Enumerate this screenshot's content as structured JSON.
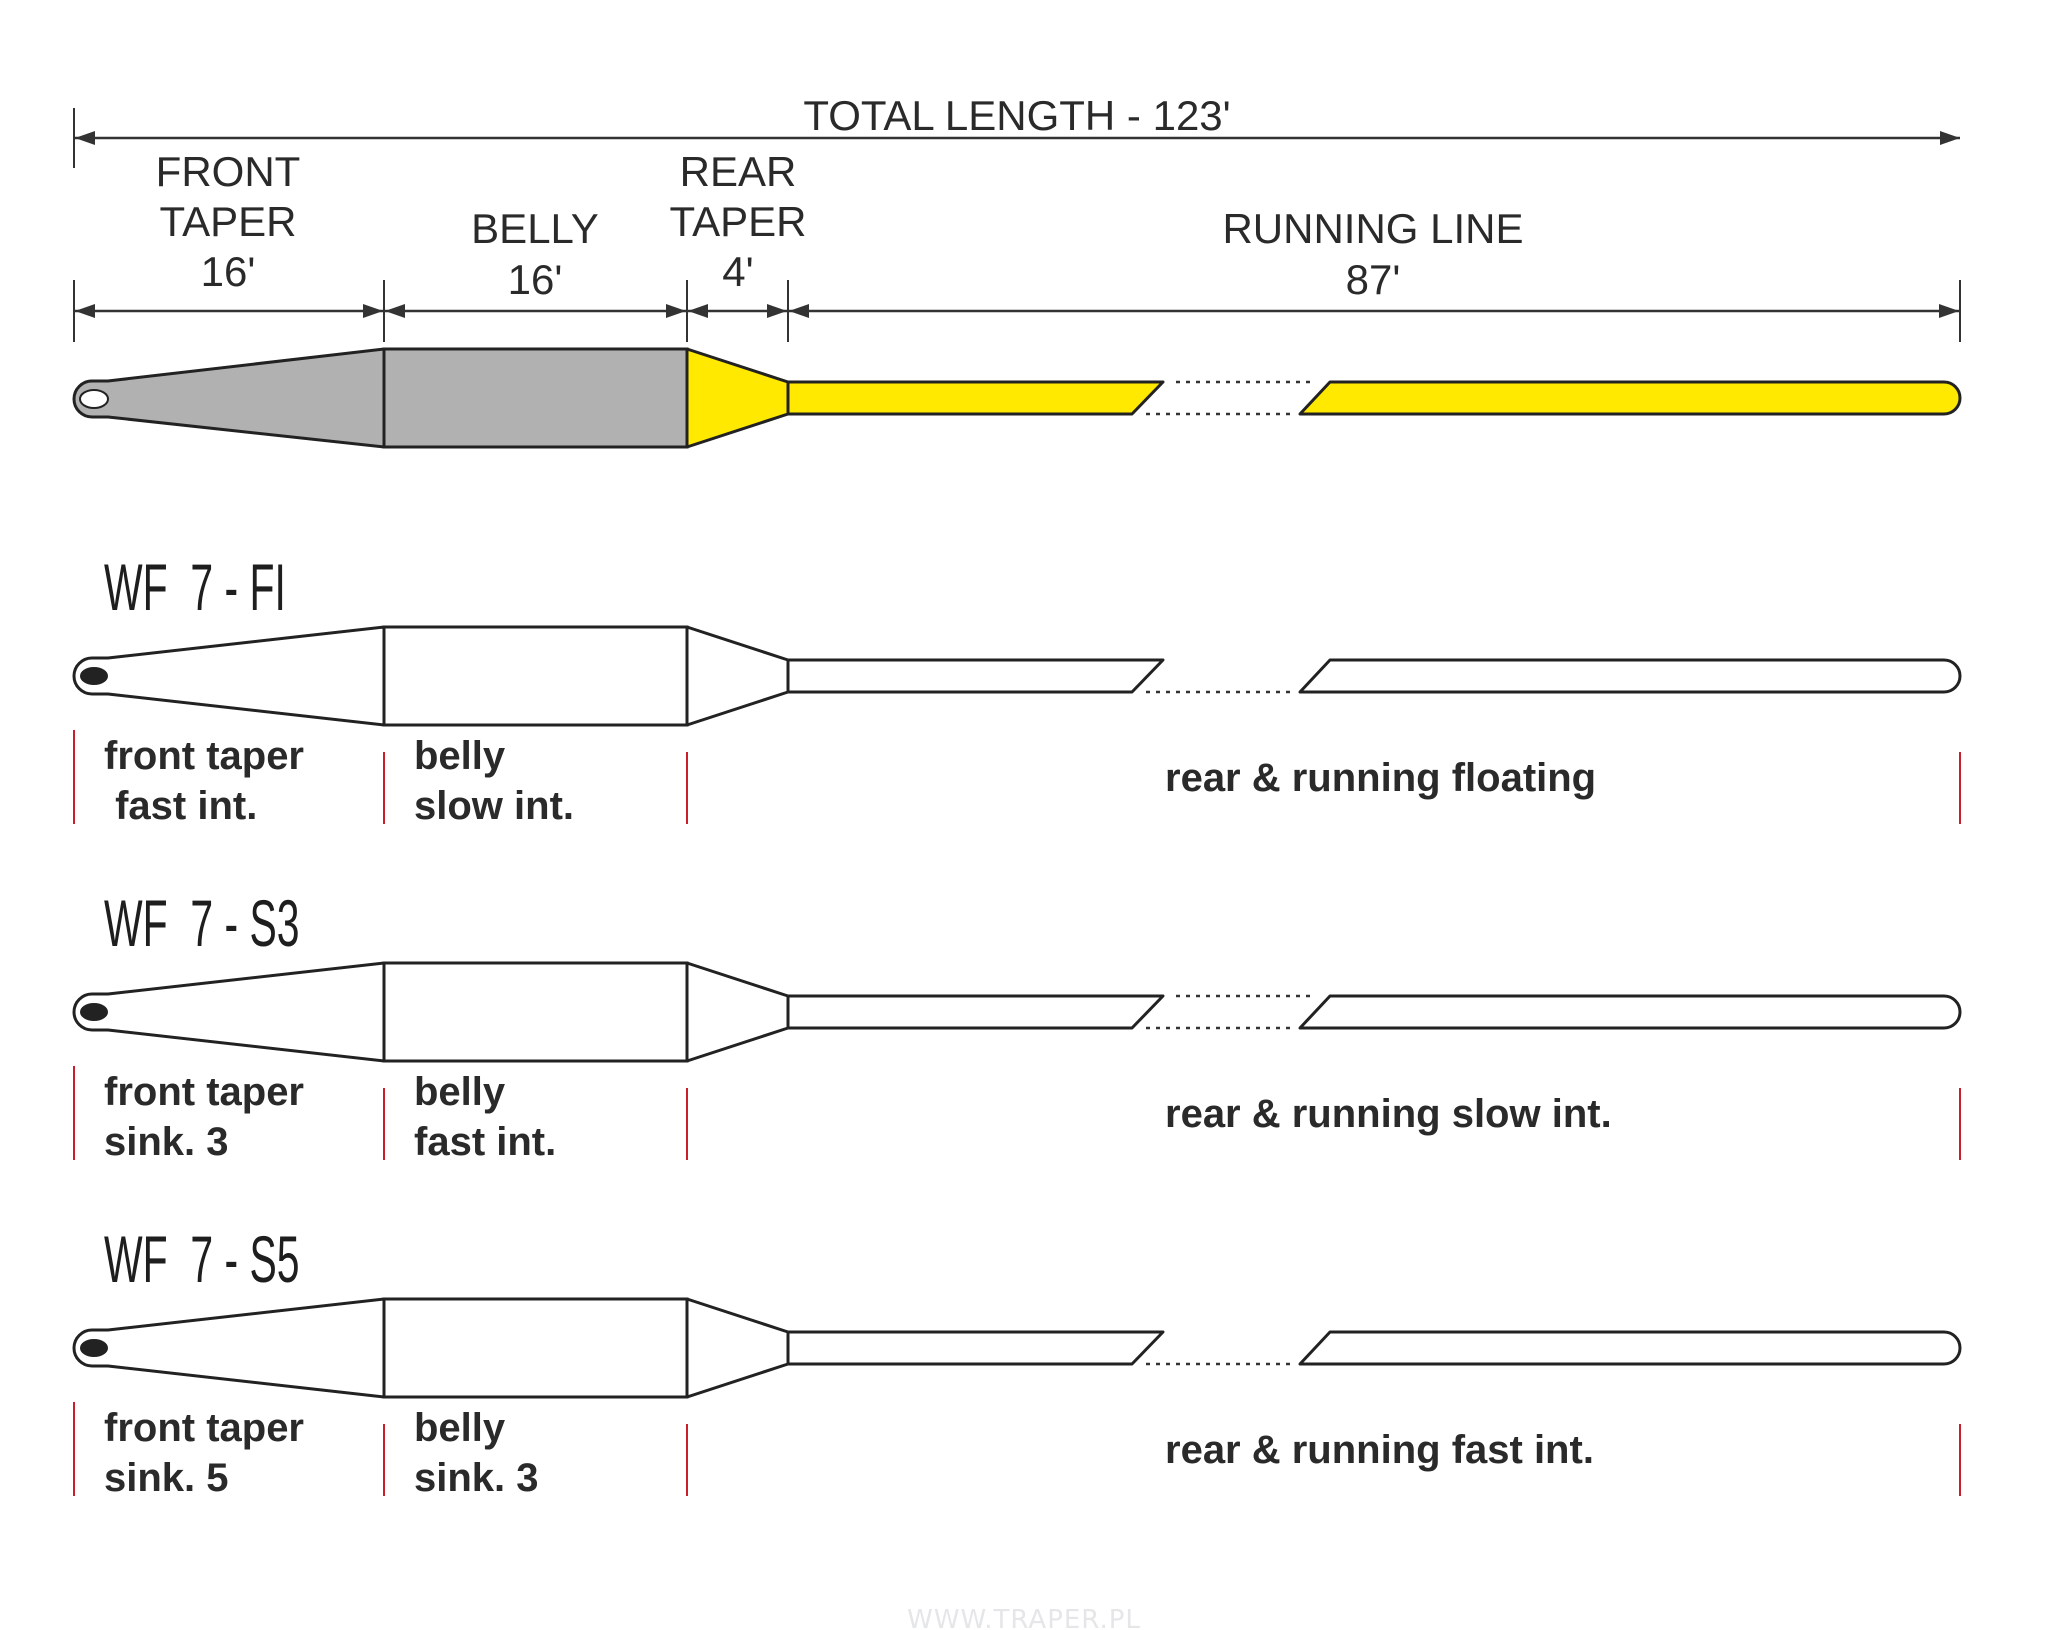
{
  "diagram": {
    "total_length_label": "TOTAL LENGTH - 123'",
    "sections": [
      {
        "key": "front_taper",
        "title_lines": [
          "FRONT",
          "TAPER"
        ],
        "length_label": "16'",
        "length_ft": 16
      },
      {
        "key": "belly",
        "title_lines": [
          "BELLY"
        ],
        "length_label": "16'",
        "length_ft": 16
      },
      {
        "key": "rear_taper",
        "title_lines": [
          "REAR",
          "TAPER"
        ],
        "length_label": "4'",
        "length_ft": 4
      },
      {
        "key": "running_line",
        "title_lines": [
          "RUNNING LINE"
        ],
        "length_label": "87'",
        "length_ft": 87
      }
    ],
    "colors": {
      "head_fill": "#b1b1b1",
      "running_fill": "#ffe900",
      "outline": "#222222",
      "divider_red": "#c8202a"
    }
  },
  "models": [
    {
      "title": "WF  7 - FI",
      "front_taper": [
        "front taper",
        " fast int."
      ],
      "belly": [
        "belly",
        "slow int."
      ],
      "rear_running": "rear & running floating"
    },
    {
      "title": "WF  7 - S3",
      "front_taper": [
        "front taper",
        "sink. 3"
      ],
      "belly": [
        "belly",
        "fast int."
      ],
      "rear_running": "rear & running slow int."
    },
    {
      "title": "WF  7 - S5",
      "front_taper": [
        "front taper",
        "sink. 5"
      ],
      "belly": [
        "belly",
        "sink. 3"
      ],
      "rear_running": "rear & running fast int."
    }
  ],
  "watermark": "WWW.TRAPER.PL"
}
